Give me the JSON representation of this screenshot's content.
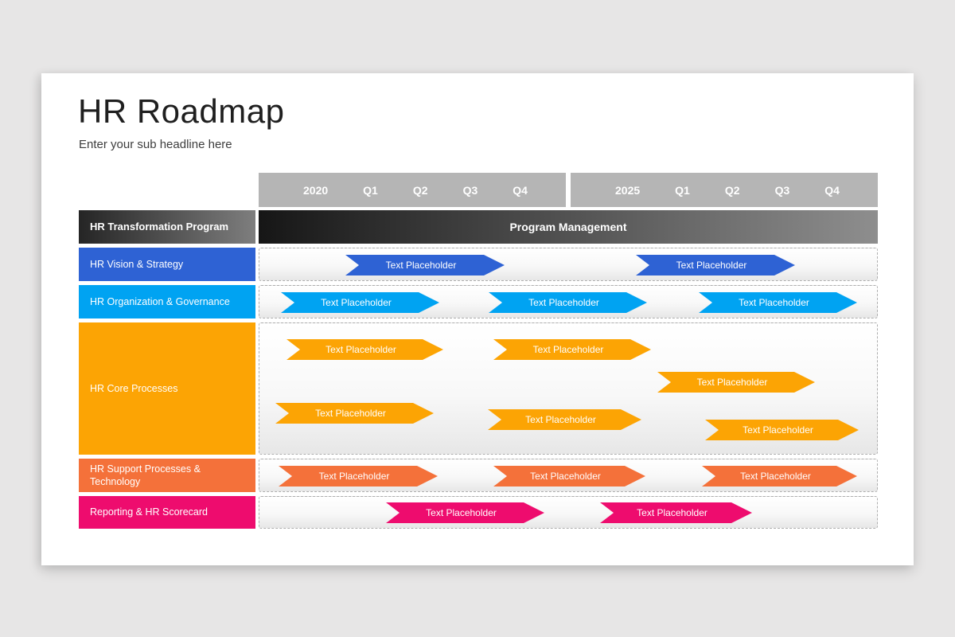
{
  "slide": {
    "title": "HR Roadmap",
    "subtitle": "Enter your sub headline here"
  },
  "timeline": {
    "periods": [
      {
        "year": "2020",
        "quarters": [
          "Q1",
          "Q2",
          "Q3",
          "Q4"
        ]
      },
      {
        "year": "2025",
        "quarters": [
          "Q1",
          "Q2",
          "Q3",
          "Q4"
        ]
      }
    ]
  },
  "rows": [
    {
      "label": "HR Transformation Program",
      "bar_label": "Program Management"
    },
    {
      "label": "HR Vision & Strategy",
      "arrows": [
        "Text Placeholder",
        "Text Placeholder"
      ]
    },
    {
      "label": "HR Organization & Governance",
      "arrows": [
        "Text Placeholder",
        "Text Placeholder",
        "Text Placeholder"
      ]
    },
    {
      "label": "HR Core Processes",
      "arrows": [
        "Text Placeholder",
        "Text Placeholder",
        "Text Placeholder",
        "Text Placeholder",
        "Text Placeholder",
        "Text Placeholder"
      ]
    },
    {
      "label": "HR Support Processes & Technology",
      "arrows": [
        "Text Placeholder",
        "Text Placeholder",
        "Text Placeholder"
      ]
    },
    {
      "label": "Reporting & HR Scorecard",
      "arrows": [
        "Text Placeholder",
        "Text Placeholder"
      ]
    }
  ],
  "colors": {
    "page-bg": "#e7e6e6",
    "slide-bg": "#ffffff",
    "header-gray": "#b5b5b5",
    "program-dark-l": "#161616",
    "program-dark-r": "#8e8e8e",
    "row1-dark-l": "#252525",
    "row1-dark-r": "#7e7e7e",
    "blue": "#2e62d4",
    "cyan": "#00a3f2",
    "orange": "#fca404",
    "coral": "#f4713a",
    "pink": "#ee0c6e",
    "lane-border": "#aeaeae",
    "text-dark": "#1f1f1f"
  }
}
